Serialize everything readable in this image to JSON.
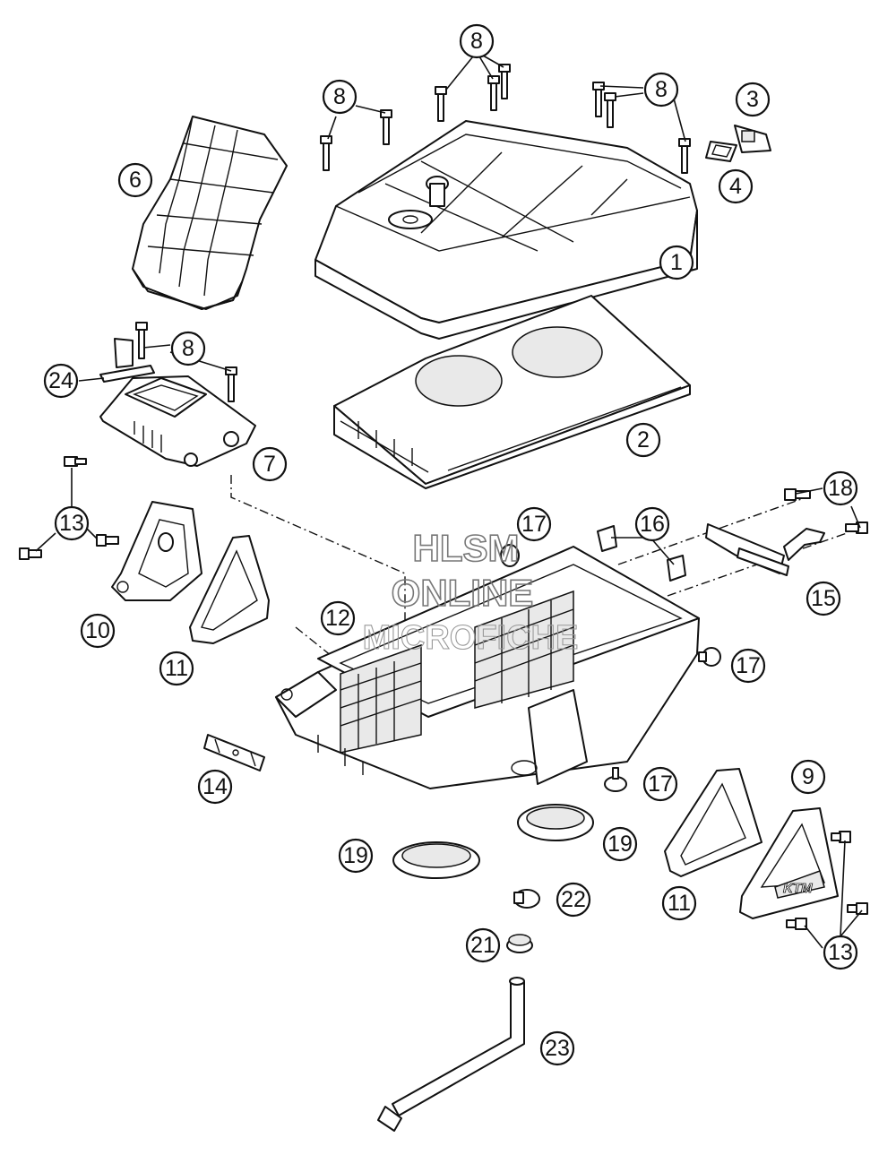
{
  "watermark": {
    "line1": "HLSM",
    "line2": "ONLINE",
    "line3": "MICROFICHE"
  },
  "parts": {
    "p1": "1",
    "p2": "2",
    "p3": "3",
    "p4": "4",
    "p6": "6",
    "p7": "7",
    "p8": "8",
    "p9": "9",
    "p10": "10",
    "p11": "11",
    "p12": "12",
    "p13": "13",
    "p14": "14",
    "p15": "15",
    "p16": "16",
    "p17": "17",
    "p18": "18",
    "p19": "19",
    "p21": "21",
    "p22": "22",
    "p23": "23",
    "p24": "24"
  },
  "logo": {
    "text": "KTM"
  }
}
